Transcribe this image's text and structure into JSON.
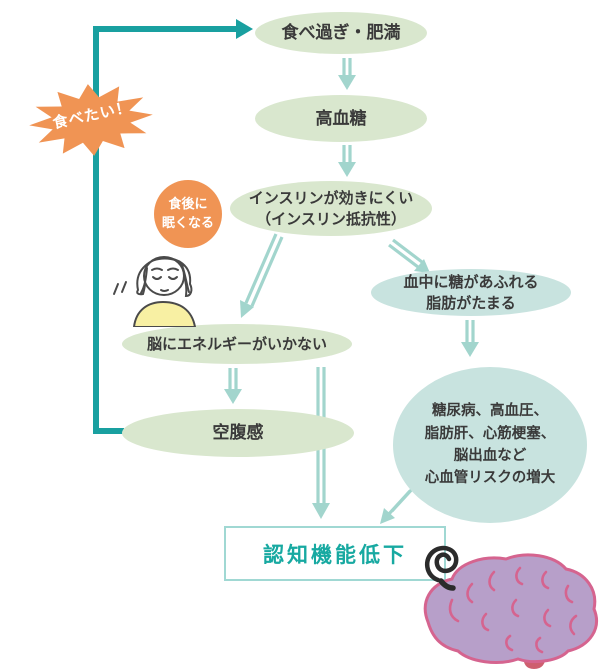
{
  "diagram": {
    "nodes": {
      "obesity": {
        "label": "食べ過ぎ・肥満"
      },
      "hyperglycemia": {
        "label": "高血糖"
      },
      "insulin_resistance": {
        "lines": [
          "インスリンが効きにくい",
          "（インスリン抵抗性）"
        ]
      },
      "no_energy_to_brain": {
        "label": "脳にエネルギーがいかない"
      },
      "hunger": {
        "label": "空腹感"
      },
      "sugar_in_blood": {
        "lines": [
          "血中に糖があふれる",
          "脂肪がたまる"
        ]
      },
      "cardio_risks": {
        "lines": [
          "糖尿病、高血圧、",
          "脂肪肝、心筋梗塞、",
          "脳出血など",
          "心血管リスクの増大"
        ]
      },
      "cognitive_decline": {
        "label": "認知機能低下"
      }
    },
    "callouts": {
      "want_to_eat": {
        "label": "食べたい！"
      },
      "sleepy_after_meal": {
        "lines": [
          "食後に",
          "眠くなる"
        ]
      }
    },
    "colors": {
      "node-green": "#d9e7ce",
      "node-blue": "#c8e3df",
      "loop-teal": "#19a0a0",
      "arrow-teal": "#a2d5cd",
      "callout-orange": "#f09454",
      "box-border": "#a0d8d3",
      "box-text": "#17a9a1",
      "text-dark": "#3a3a3a",
      "brain-fill": "#b79fc9",
      "brain-stroke": "#d5648f",
      "brain-stem": "#ce5f6f",
      "shirt-yellow": "#f8f0a3",
      "outline-dark": "#4a4a4a"
    }
  }
}
